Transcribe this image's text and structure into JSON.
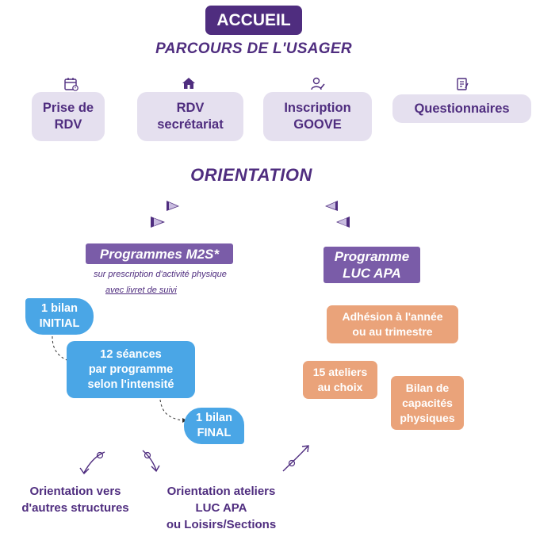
{
  "header": {
    "badge": "ACCUEIL",
    "title": "PARCOURS DE L'USAGER"
  },
  "parcours_steps": [
    {
      "line1": "Prise de",
      "line2": "RDV",
      "icon": "calendar-icon"
    },
    {
      "line1": "RDV",
      "line2": "secrétariat",
      "icon": "home-icon"
    },
    {
      "line1": "Inscription",
      "line2": "GOOVE",
      "icon": "user-pen-icon"
    },
    {
      "line1": "Questionnaires",
      "line2": "",
      "icon": "clipboard-icon"
    }
  ],
  "orientation": {
    "title": "ORIENTATION"
  },
  "m2s": {
    "title": "Programmes M2S*",
    "subtitle": "sur prescription d'activité physique",
    "note": "avec livret de suivi",
    "bilan_initial": {
      "line1": "1 bilan",
      "line2": "INITIAL"
    },
    "seances": {
      "line1": "12 séances",
      "line2": "par programme",
      "line3": "selon l'intensité"
    },
    "bilan_final": {
      "line1": "1 bilan",
      "line2": "FINAL"
    }
  },
  "luc_apa": {
    "line1": "Programme",
    "line2": "LUC APA",
    "adhesion": {
      "line1": "Adhésion à l'année",
      "line2": "ou au trimestre"
    },
    "ateliers": {
      "line1": "15 ateliers",
      "line2": "au choix"
    },
    "bilan_capacites": {
      "line1": "Bilan de",
      "line2": "capacités",
      "line3": "physiques"
    }
  },
  "outcomes": {
    "left": {
      "line1": "Orientation vers",
      "line2": "d'autres structures"
    },
    "middle": {
      "line1": "Orientation ateliers",
      "line2": "LUC APA",
      "line3": "ou Loisirs/Sections"
    }
  },
  "colors": {
    "primary": "#4f2d7f",
    "pill_bg": "#e5e0ef",
    "badge_purple": "#7a5ca8",
    "blue": "#4aa6e6",
    "orange": "#eaa37a"
  }
}
